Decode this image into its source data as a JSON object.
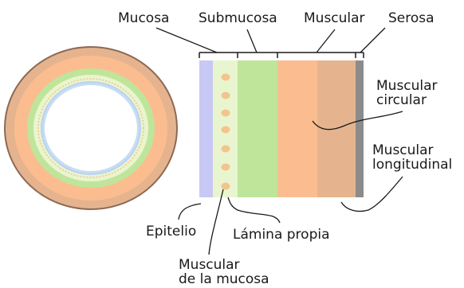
{
  "labels": {
    "mucosa": "Mucosa",
    "submucosa": "Submucosa",
    "muscular": "Muscular",
    "serosa": "Serosa",
    "muscular_circular": [
      "Muscular",
      "circular"
    ],
    "muscular_longitudinal": [
      "Muscular",
      "longitudinal"
    ],
    "epitelio": "Epitelio",
    "lamina_propia": "Lámina propia",
    "muscular_de_la_mucosa": [
      "Muscular",
      "de la mucosa"
    ]
  },
  "colors": {
    "epitelio": "#c8c8f5",
    "lamina_propia": "#e9f5cf",
    "muscular_mucosa_dots": "#f3c48f",
    "submucosa": "#bfe59b",
    "muscular_circular": "#fbbd8f",
    "muscular_longitudinal": "#e5b48e",
    "serosa": "#8b8b8b",
    "ring_outer_border": "#8c6a55",
    "ring_inner_lumen_border": "#b9d3f0",
    "line": "#1a1a1a"
  }
}
